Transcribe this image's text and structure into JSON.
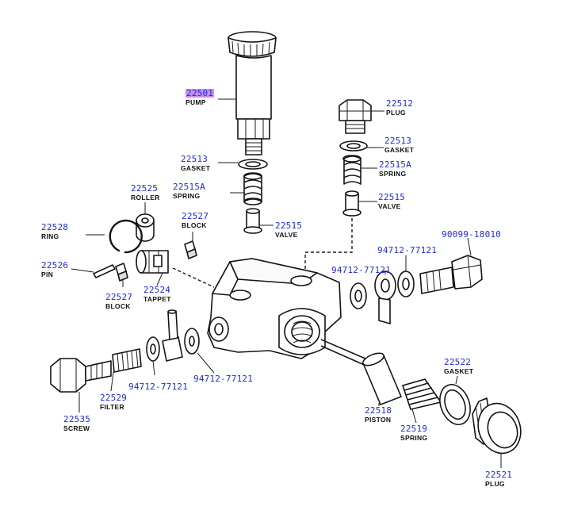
{
  "colors": {
    "part_number": "#1f2bd6",
    "highlight": "#c98ff0",
    "line": "#141414",
    "background": "#ffffff"
  },
  "callouts": {
    "pump": {
      "number": "22501",
      "name": "PUMP",
      "highlighted": true
    },
    "gasket_left": {
      "number": "22513",
      "name": "GASKET"
    },
    "spring_left": {
      "number": "22515A",
      "name": "SPRING"
    },
    "valve_left": {
      "number": "22515",
      "name": "VALVE"
    },
    "plug_top": {
      "number": "22512",
      "name": "PLUG"
    },
    "gasket_right": {
      "number": "22513",
      "name": "GASKET"
    },
    "spring_right": {
      "number": "22515A",
      "name": "SPRING"
    },
    "valve_right": {
      "number": "22515",
      "name": "VALVE"
    },
    "roller": {
      "number": "22525",
      "name": "ROLLER"
    },
    "block_upper": {
      "number": "22527",
      "name": "BLOCK"
    },
    "ring": {
      "number": "22528",
      "name": "RING"
    },
    "pin": {
      "number": "22526",
      "name": "PIN"
    },
    "block_lower": {
      "number": "22527",
      "name": "BLOCK"
    },
    "tappet": {
      "number": "22524",
      "name": "TAPPET"
    },
    "bolt": {
      "number": "90099-18010",
      "name": ""
    },
    "washer_right_a": {
      "number": "94712-77121",
      "name": ""
    },
    "washer_right_b": {
      "number": "94712-77121",
      "name": ""
    },
    "washer_left_a": {
      "number": "94712-77121",
      "name": ""
    },
    "washer_left_b": {
      "number": "94712-77121",
      "name": ""
    },
    "filter": {
      "number": "22529",
      "name": "FILTER"
    },
    "screw": {
      "number": "22535",
      "name": "SCREW"
    },
    "gasket_plug": {
      "number": "22522",
      "name": "GASKET"
    },
    "piston": {
      "number": "22518",
      "name": "PISTON"
    },
    "spring_piston": {
      "number": "22519",
      "name": "SPRING"
    },
    "plug_bottom": {
      "number": "22521",
      "name": "PLUG"
    }
  }
}
